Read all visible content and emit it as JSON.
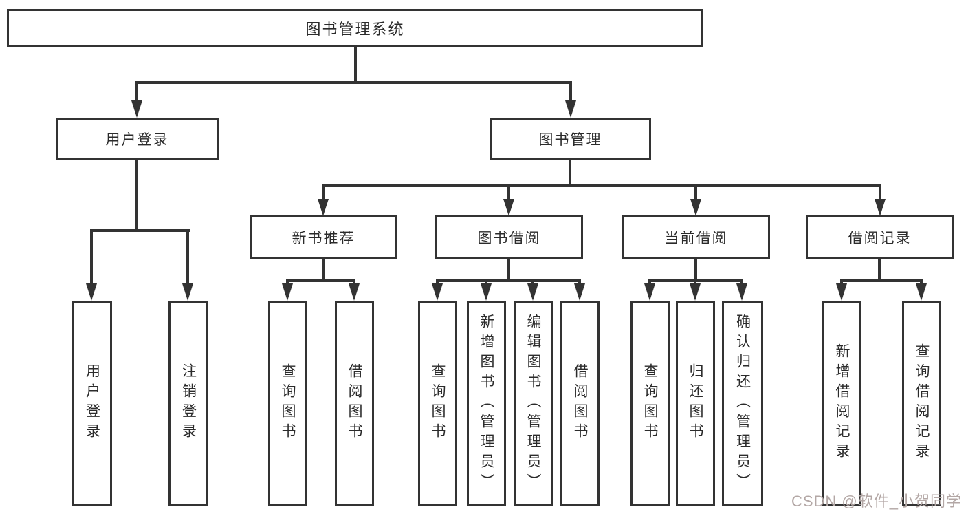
{
  "tree": {
    "root": "图书管理系统",
    "login": {
      "label": "用户登录",
      "children": [
        "用户登录",
        "注销登录"
      ]
    },
    "manage": {
      "label": "图书管理",
      "groups": [
        {
          "label": "新书推荐",
          "children": [
            "查询图书",
            "借阅图书"
          ]
        },
        {
          "label": "图书借阅",
          "children": [
            "查询图书",
            "新增图书（管理员）",
            "编辑图书（管理员）",
            "借阅图书"
          ]
        },
        {
          "label": "当前借阅",
          "children": [
            "查询图书",
            "归还图书",
            "确认归还（管理员）"
          ]
        },
        {
          "label": "借阅记录",
          "children": [
            "新增借阅记录",
            "查询借阅记录"
          ]
        }
      ]
    }
  },
  "watermark": {
    "text": "CSDN @软件_小贺同学",
    "color": "#b3a7a5"
  },
  "colors": {
    "line": "#333333",
    "box_border": "#333333",
    "text": "#2b2b2b",
    "background": "#ffffff"
  }
}
